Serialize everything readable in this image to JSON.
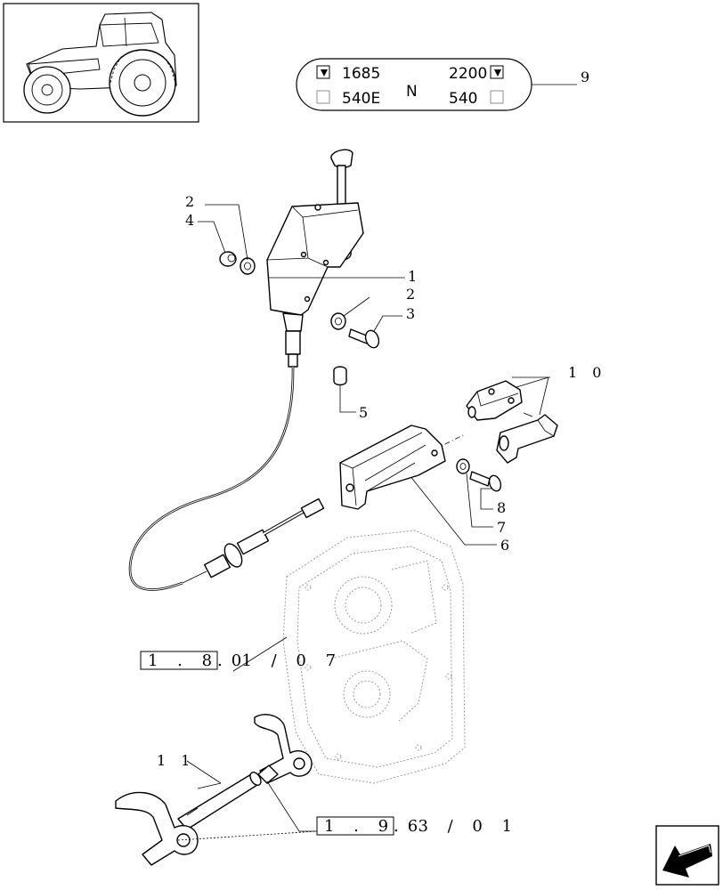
{
  "pto_badge": {
    "top_left": "1685",
    "top_right": "2200",
    "bottom_left": "540E",
    "center": "N",
    "bottom_right": "540"
  },
  "callouts": {
    "c9": "9",
    "c2a": "2",
    "c4": "4",
    "c1": "1",
    "c2b": "2",
    "c3": "3",
    "c10": "1 0",
    "c5": "5",
    "c8": "8",
    "c7": "7",
    "c6": "6",
    "c11": "1 1"
  },
  "references": {
    "ref1_box": "1 . 8 0",
    "ref1_suffix": ". 1 / 0 7",
    "ref2_box": "1 . 9 6",
    "ref2_suffix": ". 3 / 0 1"
  },
  "icons": {
    "thumbnail": "tractor-thumbnail-icon",
    "nav": "back-arrow-icon"
  }
}
